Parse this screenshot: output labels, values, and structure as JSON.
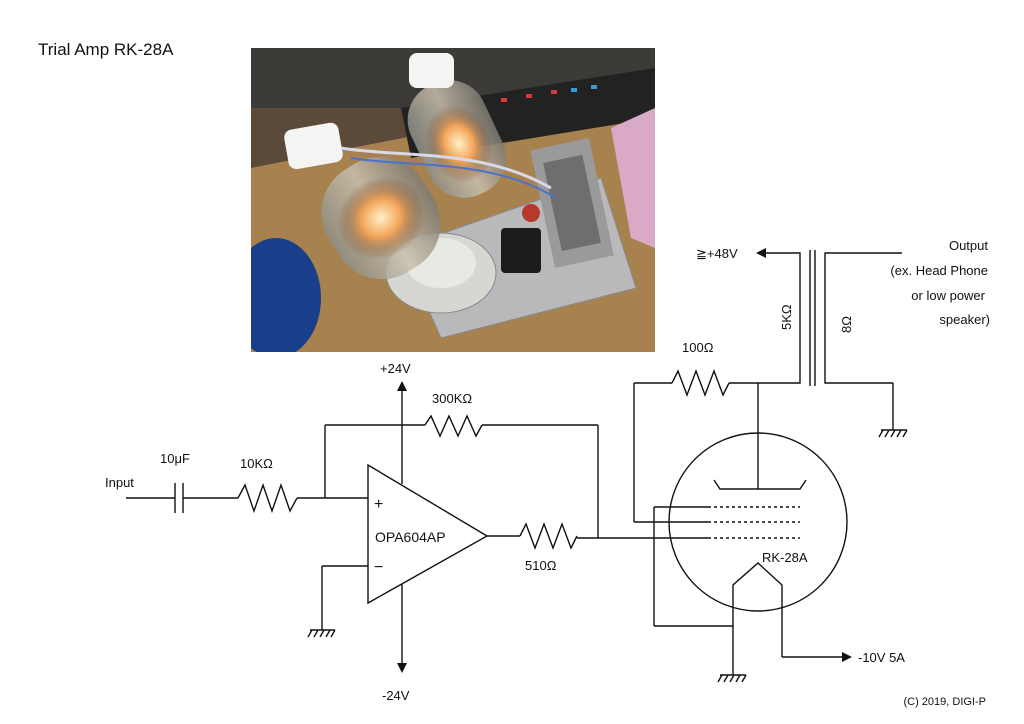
{
  "title": "Trial Amp RK-28A",
  "labels": {
    "plus24": "+24V",
    "minus24": "-24V",
    "r_feedback": "300KΩ",
    "cap": "10μF",
    "input": "Input",
    "r_input": "10KΩ",
    "opamp_name": "OPA604AP",
    "plus_sign": "+",
    "minus_sign": "−",
    "r_series": "510Ω",
    "r_plate": "100Ω",
    "supply_plus48": "≧+48V",
    "xfmr_primary": "5KΩ",
    "xfmr_secondary": "8Ω",
    "output_line1": "Output",
    "output_line2": "(ex. Head Phone",
    "output_line3": "or low power",
    "output_line4": "speaker)",
    "tube_name": "RK-28A",
    "filament_supply": "-10V 5A"
  },
  "copyright": "(C) 2019, DIGI-P"
}
